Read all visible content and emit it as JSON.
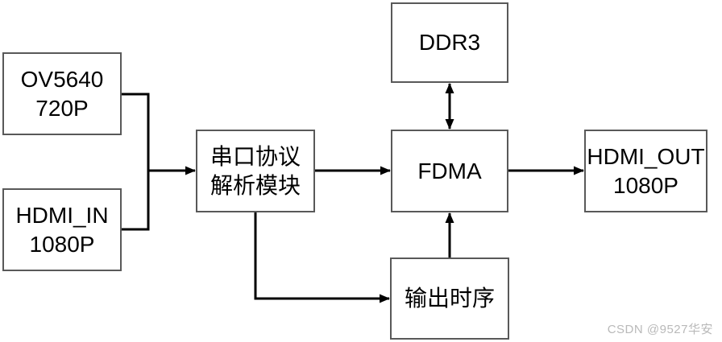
{
  "diagram": {
    "nodes": {
      "ov5640": {
        "line1": "OV5640",
        "line2": "720P"
      },
      "hdmi_in": {
        "line1": "HDMI_IN",
        "line2": "1080P"
      },
      "parser": {
        "line1": "串口协议",
        "line2": "解析模块"
      },
      "ddr3": {
        "label": "DDR3"
      },
      "fdma": {
        "label": "FDMA"
      },
      "hdmi_out": {
        "line1": "HDMI_OUT",
        "line2": "1080P"
      },
      "timing": {
        "label": "输出时序"
      }
    },
    "edges": [
      {
        "from": "ov5640",
        "to": "parser",
        "type": "arrow",
        "via": "merge-junction"
      },
      {
        "from": "hdmi_in",
        "to": "parser",
        "type": "arrow",
        "via": "merge-junction"
      },
      {
        "from": "parser",
        "to": "fdma",
        "type": "arrow"
      },
      {
        "from": "ddr3",
        "to": "fdma",
        "type": "double-arrow"
      },
      {
        "from": "fdma",
        "to": "hdmi_out",
        "type": "arrow"
      },
      {
        "from": "parser",
        "to": "timing",
        "type": "arrow",
        "via": "elbow-down-right"
      },
      {
        "from": "timing",
        "to": "fdma",
        "type": "arrow"
      }
    ],
    "colors": {
      "background": "#ffffff",
      "box_border": "#595959",
      "box_fill": "#ffffff",
      "text": "#000000",
      "arrow": "#000000",
      "watermark": "#b9b9b9"
    }
  },
  "watermark": {
    "text": "CSDN @9527华安"
  }
}
